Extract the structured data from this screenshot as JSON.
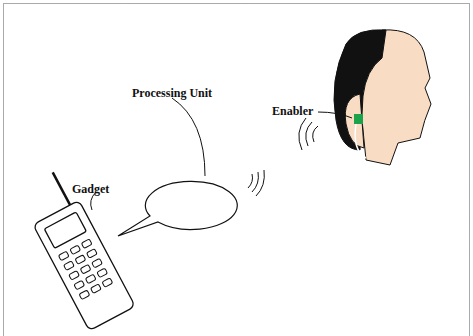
{
  "diagram": {
    "labels": [
      "Gadget",
      "Processing Unit",
      "Enabler"
    ]
  }
}
